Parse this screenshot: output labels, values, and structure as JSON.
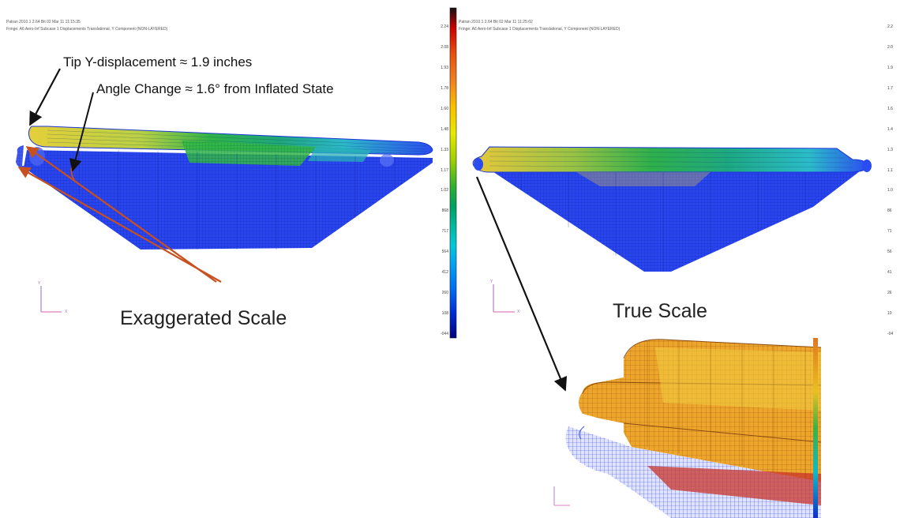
{
  "left_panel": {
    "header_line1": "Patran 2010.1 2.64 Bit 02 Mar 11 11:15:35",
    "header_line2": "Fringe: A6 Aero-Inf Subcase 1 Displacements Translational, Y Component (NON-LAYERED)",
    "annotation_tip": "Tip Y-displacement ≈ 1.9 inches",
    "annotation_angle": "Angle Change ≈ 1.6° from Inflated State",
    "caption": "Exaggerated Scale",
    "axis_y": "Y",
    "axis_x": "X"
  },
  "right_panel": {
    "header_line1": "Patran 2010.1 2.64 Bit 02 Mar 11 11:25:02",
    "header_line2": "Fringe: A6 Aero-Inf Subcase 1 Displacements Translational, Y Component (NON-LAYERED)",
    "caption": "True Scale",
    "axis_y": "Y",
    "axis_x": "X"
  },
  "legend": {
    "ticks": [
      "2.24",
      "2.08",
      "1.93",
      "1.78",
      "1.60",
      "1.48",
      "1.33",
      "1.17",
      "1.02",
      "868",
      "717",
      "564",
      "412",
      "260",
      "108",
      "-044"
    ],
    "colors": [
      "#111111",
      "#cc0000",
      "#e85010",
      "#f08020",
      "#f8c000",
      "#e8e800",
      "#a0d000",
      "#30b030",
      "#00a060",
      "#00b8a0",
      "#00c8d8",
      "#00a0f0",
      "#0070f0",
      "#0040e0",
      "#0018c0",
      "#000080"
    ]
  },
  "far_right_ticks": [
    "2.2",
    "2.0",
    "1.9",
    "1.7",
    "1.6",
    "1.4",
    "1.3",
    "1.1",
    "1.0",
    "86",
    "71",
    "56",
    "41",
    "26",
    "10",
    "-04"
  ],
  "colors": {
    "mesh_blue": "#1f3fe8",
    "mesh_green": "#2db83a",
    "mesh_cyan": "#19b9c8",
    "mesh_yellow": "#e9d43a",
    "mesh_orange": "#e89b24",
    "mesh_red": "#c8342a",
    "arrow_red": "#c8501e"
  }
}
